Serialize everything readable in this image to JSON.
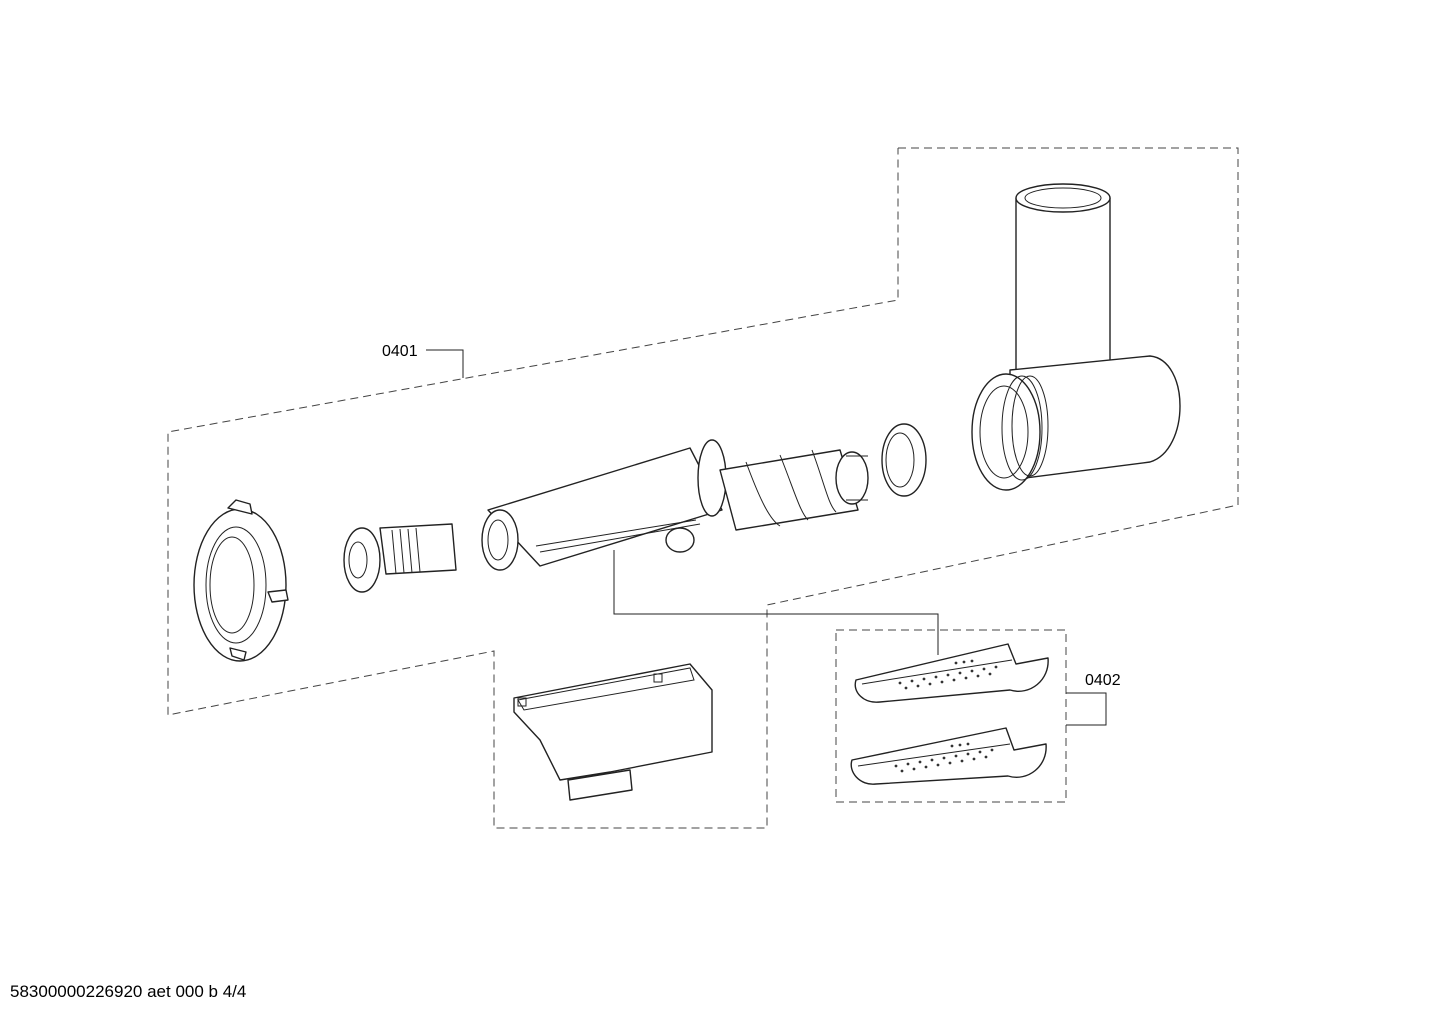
{
  "callouts": {
    "group_a": "0401",
    "group_b": "0402"
  },
  "footer": {
    "doc_code": "58300000226920 aet 000 b 4/4"
  },
  "colors": {
    "line": "#222222",
    "background": "#ffffff"
  }
}
